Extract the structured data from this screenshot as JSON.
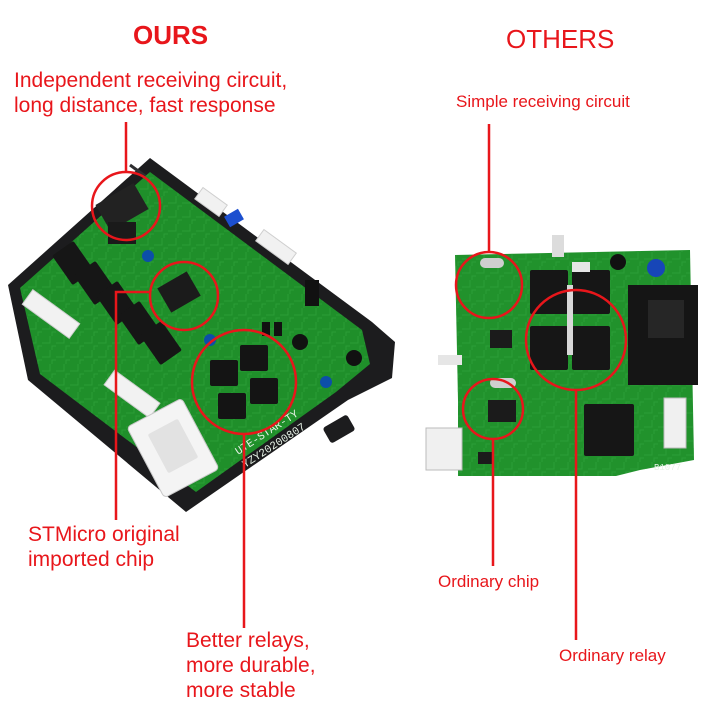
{
  "left": {
    "heading": "OURS",
    "callouts": [
      {
        "lines": [
          "Independent receiving circuit,",
          "long distance, fast response"
        ]
      },
      {
        "lines": [
          "STMicro original",
          "imported chip"
        ]
      },
      {
        "lines": [
          "Better relays,",
          "more durable,",
          "more stable"
        ]
      }
    ],
    "board_silkscreen": [
      "UTE-STAR-TY",
      "YZY20200807"
    ]
  },
  "right": {
    "heading": "OTHERS",
    "callouts": [
      {
        "lines": [
          "Simple receiving circuit"
        ]
      },
      {
        "lines": [
          "Ordinary chip"
        ]
      },
      {
        "lines": [
          "Ordinary relay"
        ]
      }
    ],
    "board_silkscreen": [
      "B1077"
    ]
  },
  "colors": {
    "accent": "#e8161b",
    "pcb": "#1f8f2a",
    "housing": "#1c1c1e"
  }
}
